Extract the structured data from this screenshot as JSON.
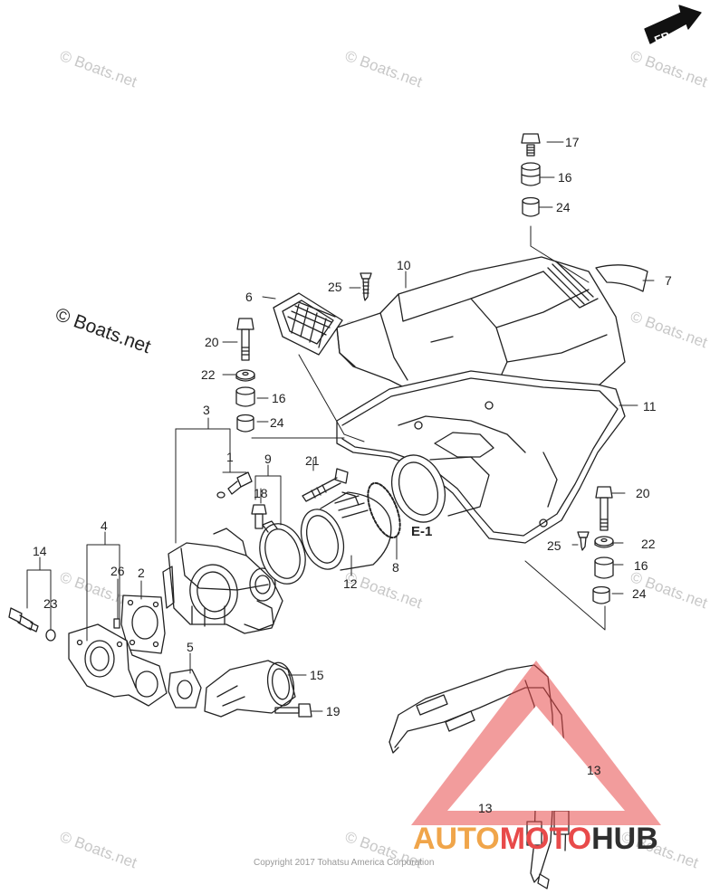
{
  "watermarks": {
    "small": "© Boats.net",
    "large": "© Boats.net"
  },
  "copyright": "Copyright 2017 Tohatsu America Corporation",
  "direction_badge": "FR.",
  "section_ref": "E-1",
  "callouts": {
    "p1": "1",
    "p2": "2",
    "p3": "3",
    "p4": "4",
    "p5": "5",
    "p6": "6",
    "p7": "7",
    "p8": "8",
    "p9": "9",
    "p10": "10",
    "p11": "11",
    "p12": "12",
    "p13a": "13",
    "p13b": "13",
    "p14": "14",
    "p15": "15",
    "p16a": "16",
    "p16b": "16",
    "p16c": "16",
    "p17": "17",
    "p18": "18",
    "p19": "19",
    "p20a": "20",
    "p20b": "20",
    "p21": "21",
    "p22a": "22",
    "p22b": "22",
    "p23": "23",
    "p24a": "24",
    "p24b": "24",
    "p24c": "24",
    "p25a": "25",
    "p25b": "25",
    "p26": "26"
  },
  "logo": {
    "part1": "AUTO",
    "part2": "MOTO",
    "part3": "HUB",
    "colors": {
      "auto": "#f0a54a",
      "moto": "#e84a4a",
      "hub": "#2f2f2f",
      "triangle": "#e84a4a"
    }
  }
}
